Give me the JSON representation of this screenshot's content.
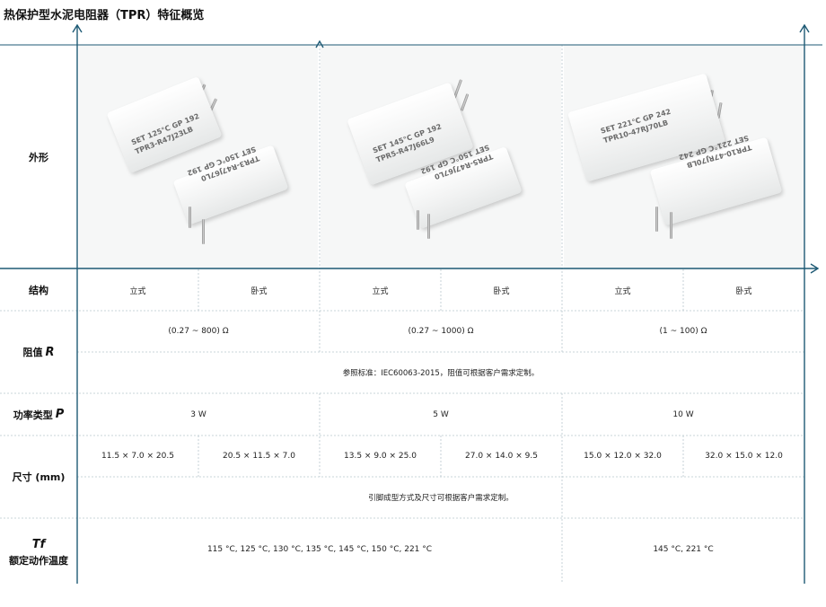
{
  "title": "热保护型水泥电阻器（TPR）特征概览",
  "row_labels": {
    "shape": "外形",
    "structure": "结构",
    "resistance": "阻值",
    "resistance_symbol": "R",
    "power": "功率类型",
    "power_symbol": "P",
    "size": "尺寸 (mm)",
    "temp_symbol": "Tf",
    "temp": "额定动作温度"
  },
  "structure": [
    "立式",
    "卧式",
    "立式",
    "卧式",
    "立式",
    "卧式"
  ],
  "resistance_ranges": [
    "(0.27 ~ 800) Ω",
    "(0.27 ~ 1000) Ω",
    "(1 ~ 100) Ω"
  ],
  "resistance_note": "参照标准：IEC60063-2015，阻值可根据客户需求定制。",
  "power": [
    "3 W",
    "5 W",
    "10 W"
  ],
  "sizes": [
    "11.5 × 7.0 × 20.5",
    "20.5 × 11.5 × 7.0",
    "13.5 × 9.0 × 25.0",
    "27.0 × 14.0 × 9.5",
    "15.0 × 12.0 × 32.0",
    "32.0 × 15.0 × 12.0"
  ],
  "size_note": "引脚成型方式及尺寸可根据客户需求定制。",
  "temperatures": [
    "115 °C, 125 °C, 130 °C, 135 °C, 145 °C, 150 °C, 221 °C",
    "145 °C, 221 °C"
  ],
  "product_markings": [
    {
      "upright": [
        "SET 125°C GP 192",
        "TPR3-R47J23LB"
      ],
      "horizontal": [
        "TPR3-R47J67L0",
        "SET 150°C GP 192"
      ]
    },
    {
      "upright": [
        "SET 145°C GP 192",
        "TPR5-R47J66L9"
      ],
      "horizontal": [
        "TPR5-R47J67L0",
        "SET 150°C GP 192"
      ]
    },
    {
      "upright": [
        "SET 221°C GP 242",
        "TPR10-47RJ70LB"
      ],
      "horizontal": [
        "TPR10-47RJ70LB",
        "SET 221°C GP 242"
      ]
    }
  ],
  "colors": {
    "axis": "#1e5a75",
    "grid": "#b9c7ce",
    "image_bg": "#f6f7f7",
    "resistor_body": "#f2f3f3"
  }
}
